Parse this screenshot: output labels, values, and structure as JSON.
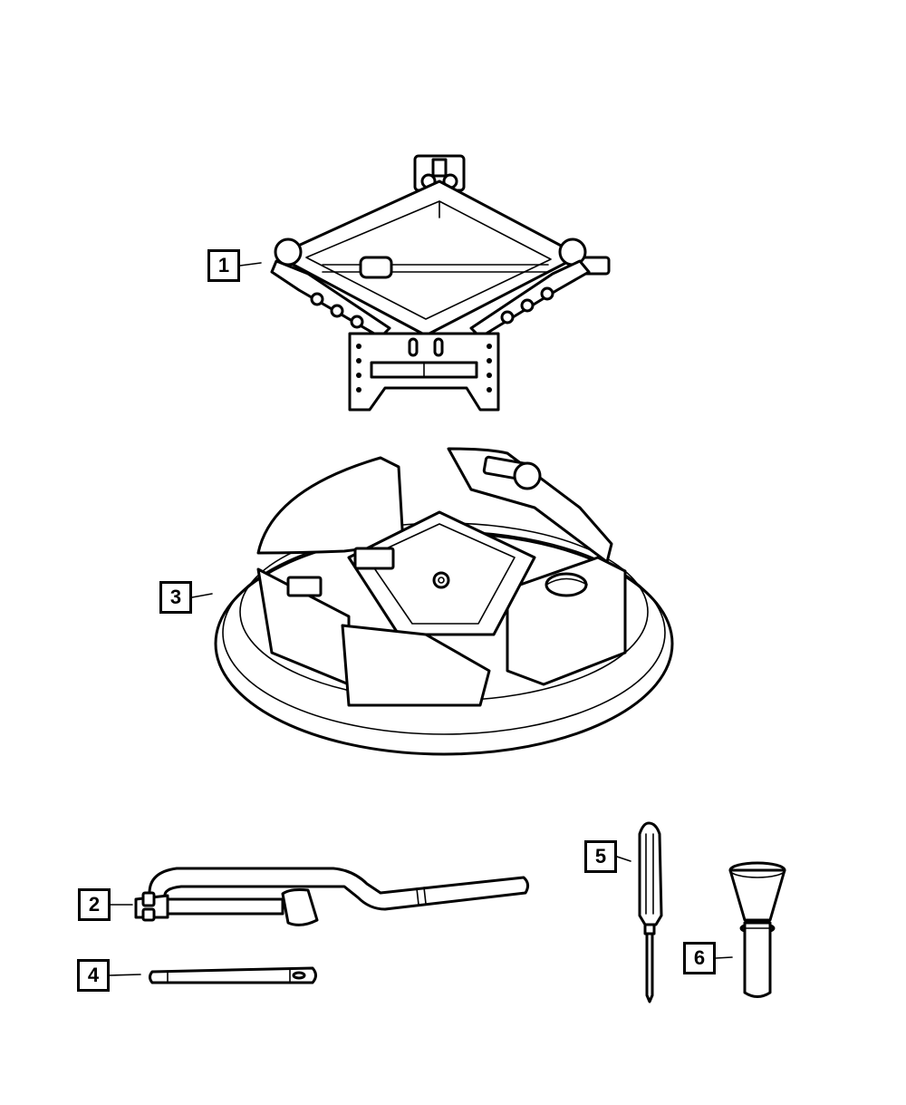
{
  "callouts": [
    {
      "id": "1",
      "label": "1",
      "part": "scissor-jack"
    },
    {
      "id": "2",
      "label": "2",
      "part": "lug-wrench"
    },
    {
      "id": "3",
      "label": "3",
      "part": "jack-storage-tray"
    },
    {
      "id": "4",
      "label": "4",
      "part": "extension-bar"
    },
    {
      "id": "5",
      "label": "5",
      "part": "screwdriver"
    },
    {
      "id": "6",
      "label": "6",
      "part": "funnel-adapter"
    }
  ],
  "colors": {
    "line": "#000000",
    "fill": "#ffffff",
    "background": "#ffffff"
  }
}
